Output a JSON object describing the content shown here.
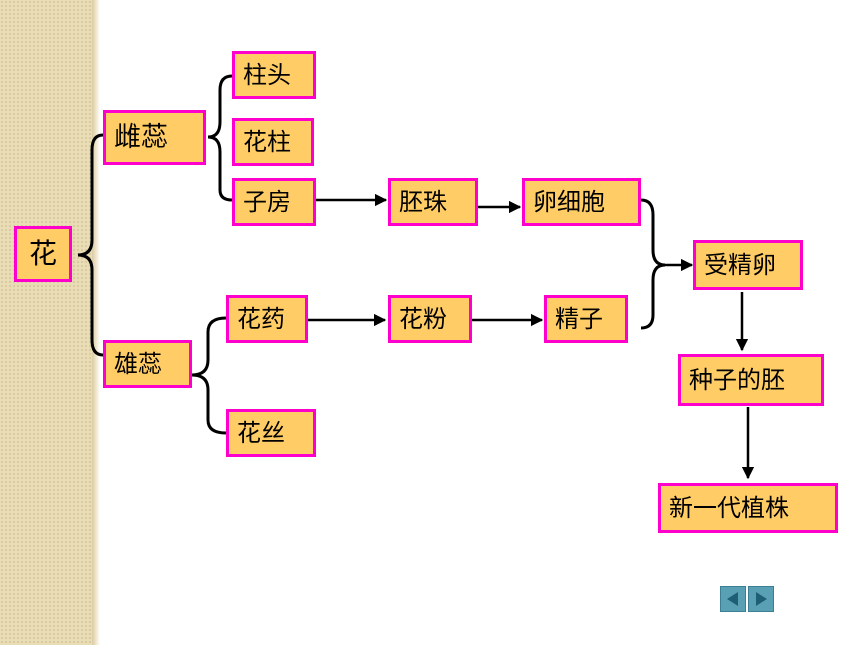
{
  "nodes": {
    "flower": "花",
    "pistil": "雌蕊",
    "stigma": "柱头",
    "style": "花柱",
    "ovary": "子房",
    "ovule": "胚珠",
    "egg_cell": "卵细胞",
    "stamen": "雄蕊",
    "anther": "花药",
    "filament": "花丝",
    "pollen": "花粉",
    "sperm": "精子",
    "zygote": "受精卵",
    "embryo": "种子的胚",
    "new_plant": "新一代植株"
  },
  "colors": {
    "node_fill": "#ffcc66",
    "node_border": "#ff00cc",
    "nav_button": "#5aa0b4"
  },
  "navigation": {
    "prev_icon": "triangle-left-icon",
    "next_icon": "triangle-right-icon"
  }
}
